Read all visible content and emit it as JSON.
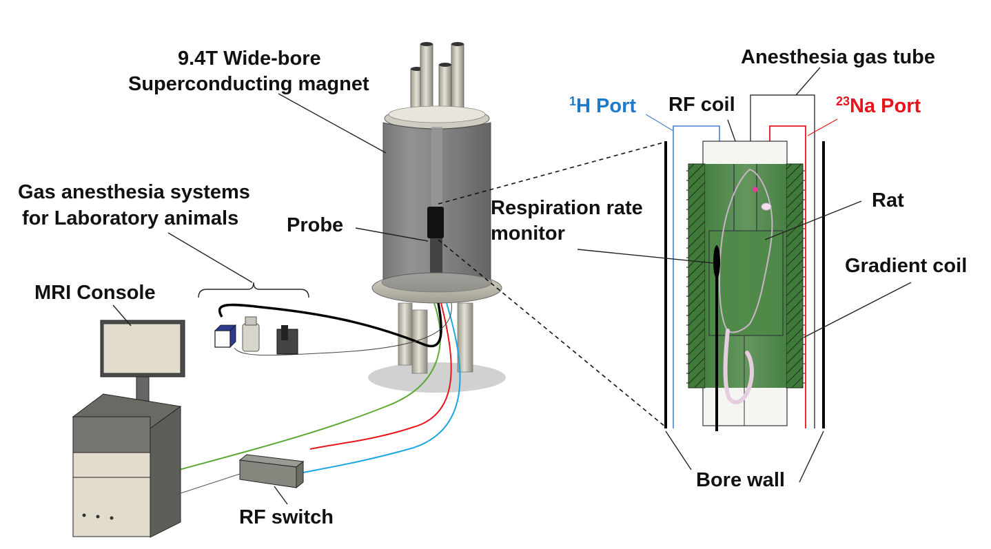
{
  "figure": {
    "type": "MRI experimental setup schematic",
    "left_panel": {
      "labels": {
        "magnet_line1": "9.4T Wide-bore",
        "magnet_line2": "Superconducting magnet",
        "anesthesia_line1": "Gas anesthesia systems",
        "anesthesia_line2": "for Laboratory animals",
        "probe": "Probe",
        "console": "MRI Console",
        "rf_switch": "RF switch"
      },
      "cables": [
        {
          "name": "green-cable",
          "color": "#5aa832"
        },
        {
          "name": "red-cable",
          "color": "#e8141b"
        },
        {
          "name": "blue-cable",
          "color": "#1aa6e0"
        },
        {
          "name": "anesthesia-tube",
          "color": "#000000"
        }
      ]
    },
    "right_panel": {
      "labels": {
        "gas_tube": "Anesthesia gas tube",
        "h_port_sup": "1",
        "h_port": "H Port",
        "rf_coil": "RF coil",
        "na_port_sup": "23",
        "na_port": "Na Port",
        "respiration_line1": "Respiration rate",
        "respiration_line2": "monitor",
        "rat": "Rat",
        "gradient_coil": "Gradient coil",
        "bore_wall": "Bore wall"
      },
      "colors": {
        "h_port": "#1f78c8",
        "na_port": "#e8141b",
        "gradient_green": "#3f7a3a"
      }
    }
  }
}
